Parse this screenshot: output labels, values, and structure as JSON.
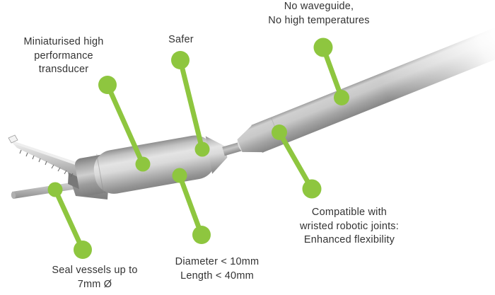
{
  "style": {
    "accent_green": "#8ec63f",
    "label_color": "#333333",
    "background": "#ffffff"
  },
  "labels": {
    "transducer": "Miniaturised high\nperformance\ntransducer",
    "safer": "Safer",
    "no_waveguide": "No waveguide,\nNo high temperatures",
    "seal_vessels": "Seal vessels up to\n7mm Ø",
    "dimensions": "Diameter < 10mm\nLength < 40mm",
    "robotic_joints": "Compatible with\nwristed robotic joints:\nEnhanced flexibility"
  }
}
